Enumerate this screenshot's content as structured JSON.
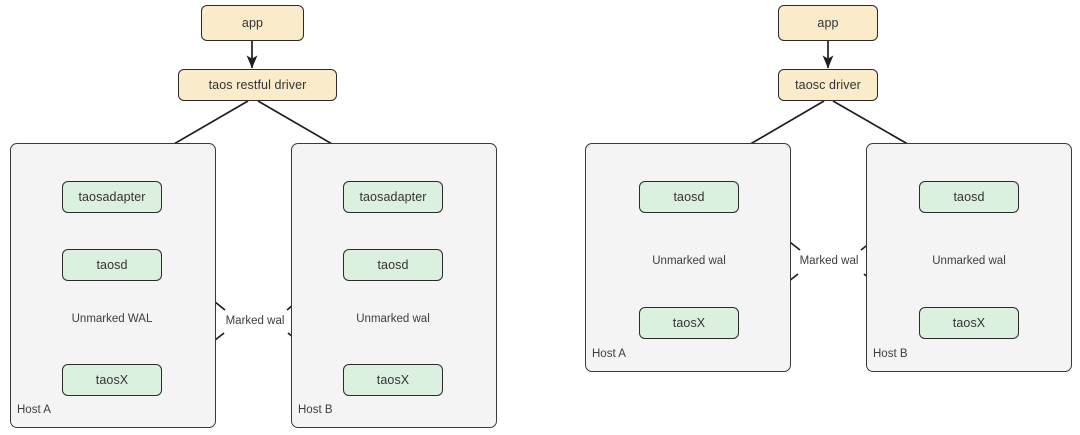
{
  "diagram": {
    "type": "architecture-flow",
    "title": "",
    "background_color": "#ffffff",
    "colors": {
      "app_node_fill": "#faecca",
      "service_node_fill": "#dcf0df",
      "node_border": "#2b2b2b",
      "host_fill": "#f4f4f4",
      "host_border": "#3a3a3a",
      "text": "#333333",
      "edge": "#1f1f1f"
    }
  },
  "left_diagram": {
    "name": "restful-deployment",
    "app": {
      "label": "app"
    },
    "driver": {
      "label": "taos restful driver"
    },
    "hosts": [
      {
        "id": "host-a",
        "label": "Host A",
        "nodes": [
          {
            "id": "taosadapter",
            "label": "taosadapter"
          },
          {
            "id": "taosd",
            "label": "taosd"
          },
          {
            "id": "taosx",
            "label": "taosX"
          }
        ],
        "internal_edge_label": "Unmarked WAL"
      },
      {
        "id": "host-b",
        "label": "Host B",
        "nodes": [
          {
            "id": "taosadapter",
            "label": "taosadapter"
          },
          {
            "id": "taosd",
            "label": "taosd"
          },
          {
            "id": "taosx",
            "label": "taosX"
          }
        ],
        "internal_edge_label": "Unmarked wal"
      }
    ],
    "cross_edge_label": "Marked wal"
  },
  "right_diagram": {
    "name": "native-deployment",
    "app": {
      "label": "app"
    },
    "driver": {
      "label": "taosc driver"
    },
    "hosts": [
      {
        "id": "host-a",
        "label": "Host A",
        "nodes": [
          {
            "id": "taosd",
            "label": "taosd"
          },
          {
            "id": "taosx",
            "label": "taosX"
          }
        ],
        "internal_edge_label": "Unmarked wal"
      },
      {
        "id": "host-b",
        "label": "Host B",
        "nodes": [
          {
            "id": "taosd",
            "label": "taosd"
          },
          {
            "id": "taosx",
            "label": "taosX"
          }
        ],
        "internal_edge_label": "Unmarked wal"
      }
    ],
    "cross_edge_label": "Marked wal"
  }
}
